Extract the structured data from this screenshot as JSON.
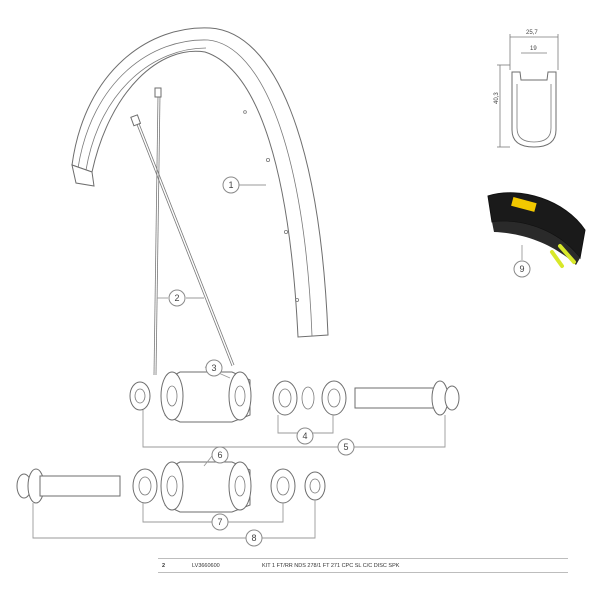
{
  "callouts": [
    "1",
    "2",
    "3",
    "4",
    "5",
    "6",
    "7",
    "8",
    "9"
  ],
  "rim_profile": {
    "outer_width": "25,7",
    "inner_width": "19",
    "height": "40,3"
  },
  "part_table": {
    "quantity": "2",
    "code": "LV3660600",
    "description": "KIT 1 FT/RR NDS 278/1 FT 271 CPC SL C/C DISC SPK"
  },
  "colors": {
    "line": "#6e6e6e",
    "tire": "#111111",
    "tire_accent": "#d8e82a",
    "label_yellow": "#f2c800"
  }
}
